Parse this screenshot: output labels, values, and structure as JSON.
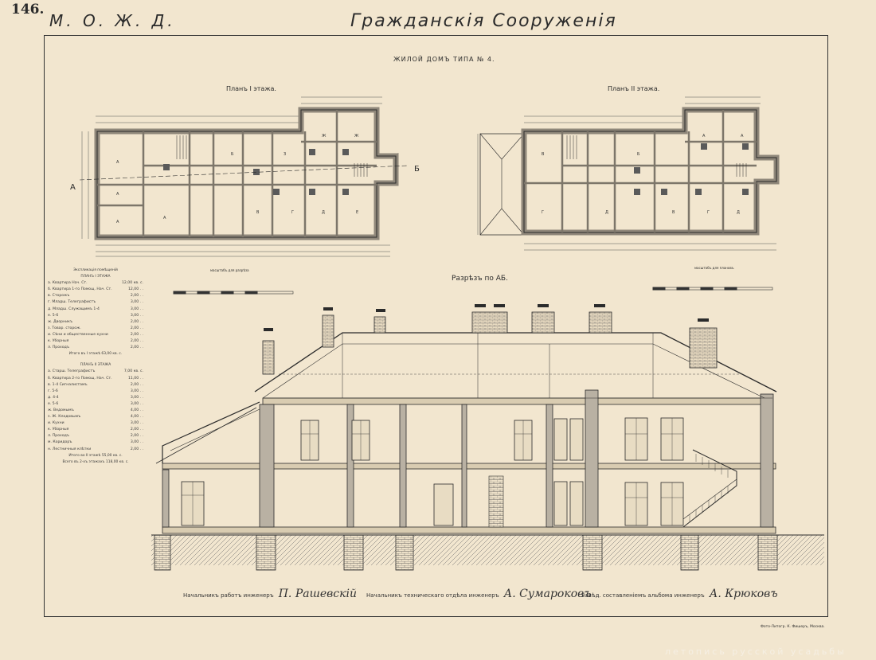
{
  "sheet": {
    "number": "146.",
    "railway_code": "М. О. Ж. Д.",
    "title": "Гражданскія Сооруженія"
  },
  "drawing": {
    "house_title": "ЖИЛОЙ ДОМЪ ТИПА № 4.",
    "plan_1_title": "Планъ I этажа.",
    "plan_2_title": "Планъ II этажа.",
    "section_title": "Разрѣзъ по АБ.",
    "label_a": "А",
    "label_b": "Б",
    "scale_1_label": "масштабъ для разрѣза",
    "scale_2_label": "масштабъ для плановъ"
  },
  "legend": {
    "heading": "Экспликація помѣщеній",
    "floor_1_heading": "ПЛАНЪ I ЭТАЖА",
    "floor_1_rows": [
      {
        "label": "а. Квартира Нач. Ст.",
        "value": "12,00 кв. с."
      },
      {
        "label": "б. Квартира 1-го Помощ. Нач. Ст.",
        "value": "12,00 . ."
      },
      {
        "label": "в. Сторожъ",
        "value": "2,00 . ."
      },
      {
        "label": "г. Младш. Телеграфистъ",
        "value": "3,00 . ."
      },
      {
        "label": "д. Младш. Служащимъ 1-4",
        "value": "3,00 . ."
      },
      {
        "label": "е. 5-6",
        "value": "3,00 . ."
      },
      {
        "label": "ж. Дворникъ",
        "value": "2,00 . ."
      },
      {
        "label": "з. Товар. сторож.",
        "value": "2,00 . ."
      },
      {
        "label": "и. Сѣни и общественные кухни",
        "value": "2,00 . ."
      },
      {
        "label": "к. Уборныя",
        "value": "2,00 . ."
      },
      {
        "label": "л. Проходъ",
        "value": "2,00 . ."
      }
    ],
    "floor_1_total": "Итого въ I этажѣ 63,00 кв. с.",
    "floor_2_heading": "ПЛАНЪ II ЭТАЖА",
    "floor_2_rows": [
      {
        "label": "а. Старш. Телеграфистъ",
        "value": "7,00 кв. с."
      },
      {
        "label": "б. Квартира 2-го Помощ. Нач. Ст.",
        "value": "11,00 . ."
      },
      {
        "label": "в. 1-4 Сигналистамъ",
        "value": "2,00 . ."
      },
      {
        "label": "г. 5-6",
        "value": "3,00 . ."
      },
      {
        "label": "д. 4-4",
        "value": "3,00 . ."
      },
      {
        "label": "е. 5-6",
        "value": "3,00 . ."
      },
      {
        "label": "ж. Ведомымъ",
        "value": "4,00 . ."
      },
      {
        "label": "з. Ж. Кладовымъ",
        "value": "4,00 . ."
      },
      {
        "label": "и. Кухни",
        "value": "3,00 . ."
      },
      {
        "label": "к. Уборныя",
        "value": "2,00 . ."
      },
      {
        "label": "л. Проходъ",
        "value": "2,00 . ."
      },
      {
        "label": "м. Коридоръ",
        "value": "3,00 . ."
      },
      {
        "label": "н. Лестничныя клѣтки",
        "value": "2,00 . ."
      }
    ],
    "floor_2_total": "Итого во II этажѣ 55,00 кв. с.",
    "grand_total": "Всего въ 2-хъ этажахъ 118,00 кв. с."
  },
  "signatures": [
    {
      "role": "Начальникъ работъ инженеръ",
      "name": "П. Рашевскій"
    },
    {
      "role": "Начальникъ техническаго отдѣла инженеръ",
      "name": "А. Сумароковъ"
    },
    {
      "role": "Завѣд. составленіемъ альбома инженеръ",
      "name": "А. Крюковъ"
    }
  ],
  "printer": "Фото-Литогр. К. Фишеръ, Москва.",
  "watermark": "летопись русской усадьбы",
  "colors": {
    "paper": "#f2e6cf",
    "ink": "#2b2b2b",
    "wall_fill": "#b9b1a3",
    "ground_hatch": "#6b6b6b"
  }
}
